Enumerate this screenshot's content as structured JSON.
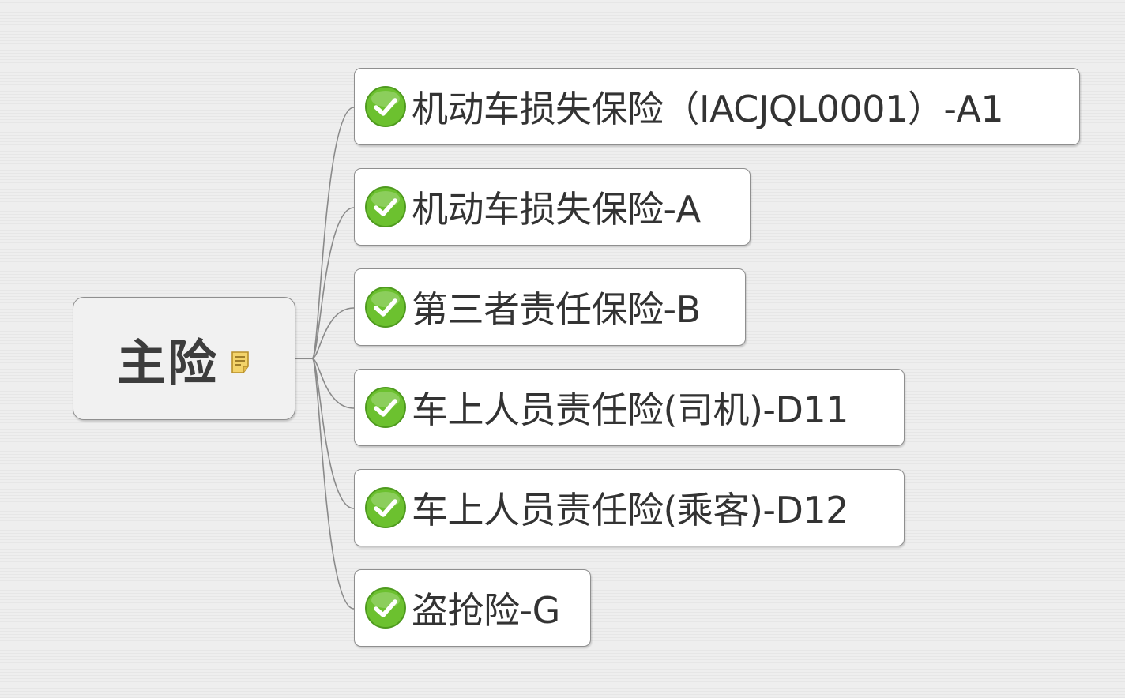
{
  "root": {
    "label": "主险",
    "icon": "note-icon"
  },
  "children": [
    {
      "label": "机动车损失保险（IACJQL0001）-A1",
      "icon": "check-circle-icon"
    },
    {
      "label": "机动车损失保险-A",
      "icon": "check-circle-icon"
    },
    {
      "label": "第三者责任保险-B",
      "icon": "check-circle-icon"
    },
    {
      "label": "车上人员责任险(司机)-D11",
      "icon": "check-circle-icon"
    },
    {
      "label": "车上人员责任险(乘客)-D12",
      "icon": "check-circle-icon"
    },
    {
      "label": "盗抢险-G",
      "icon": "check-circle-icon"
    }
  ],
  "colors": {
    "check_green": "#6cc12f",
    "check_green_dark": "#4e9a1e",
    "connector": "#8a8a8a",
    "node_border": "#8f8f8f",
    "note_yellow": "#f3d36a"
  }
}
